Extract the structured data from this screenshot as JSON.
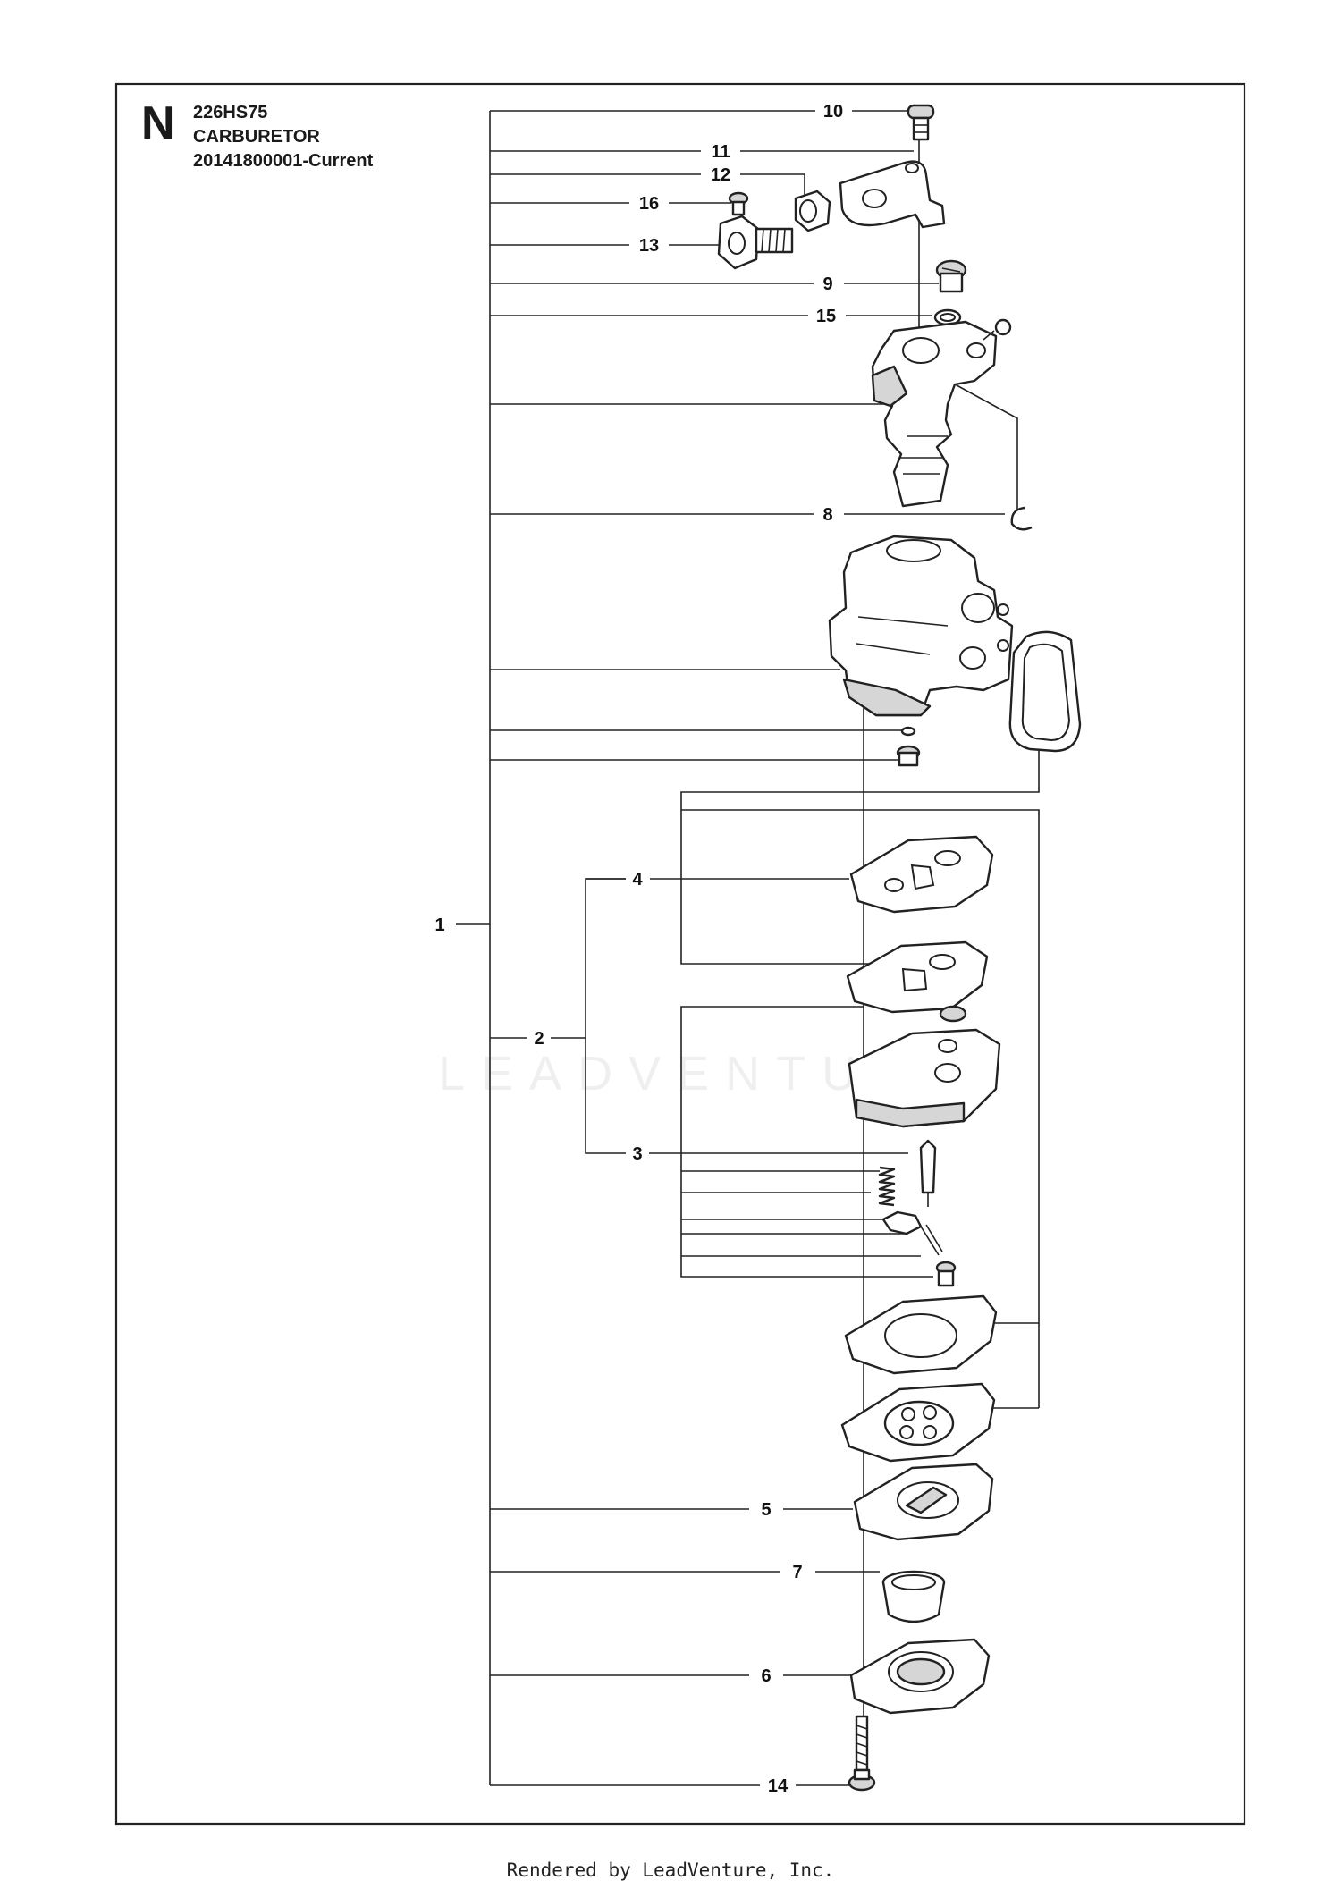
{
  "header": {
    "section_letter": "N",
    "model": "226HS75",
    "assembly": "CARBURETOR",
    "serial_range": "20141800001-Current"
  },
  "callouts": [
    "10",
    "11",
    "12",
    "16",
    "13",
    "9",
    "15",
    "8",
    "1",
    "4",
    "2",
    "3",
    "5",
    "7",
    "6",
    "14"
  ],
  "watermark": "LEADVENTURE",
  "footer": "Rendered by LeadVenture, Inc."
}
